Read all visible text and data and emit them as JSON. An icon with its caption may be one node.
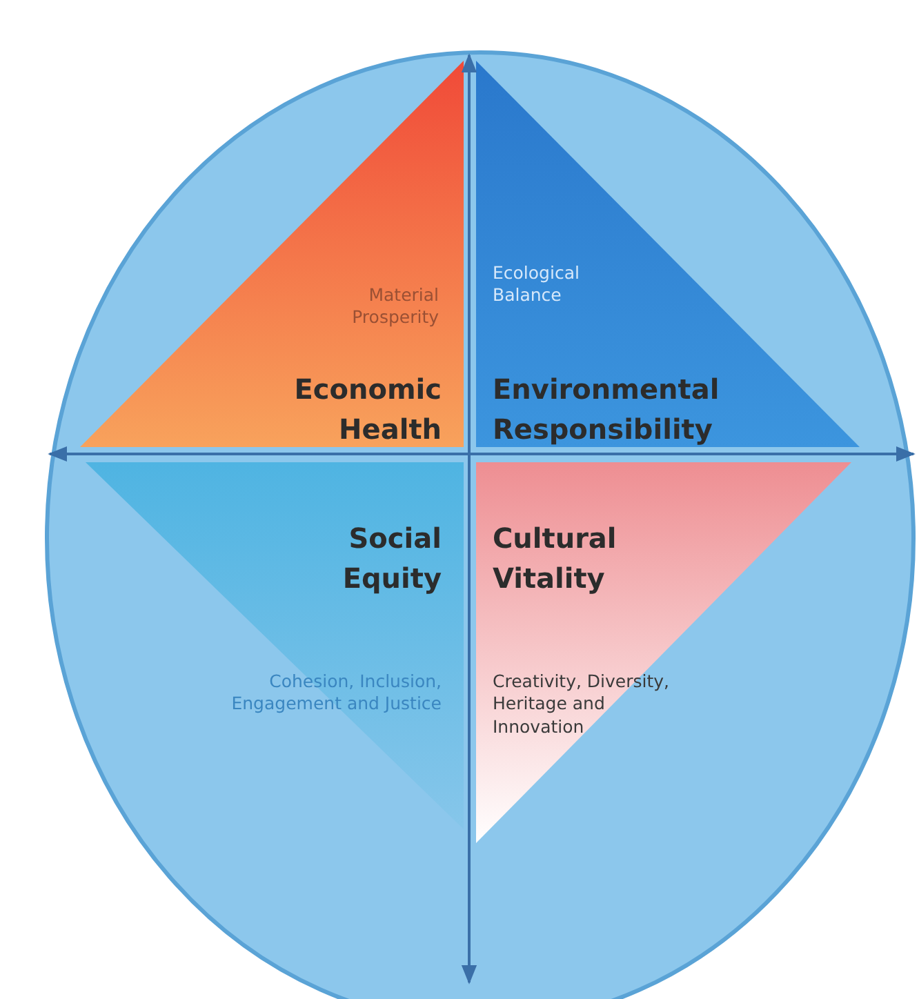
{
  "diagram": {
    "nodes": [
      {
        "text": [
          "Material Prosperity",
          "Economic Health"
        ]
      },
      {
        "text": [
          "Ecological Balance",
          "Environmental Responsibility"
        ]
      },
      {
        "text": [
          "Social Equity",
          "Cohesion, Inclusion, Engagement and Justice"
        ]
      },
      {
        "text": [
          "Cultural Vitality",
          "Creativity, Diversity, Heritage and Innovation"
        ]
      }
    ]
  }
}
